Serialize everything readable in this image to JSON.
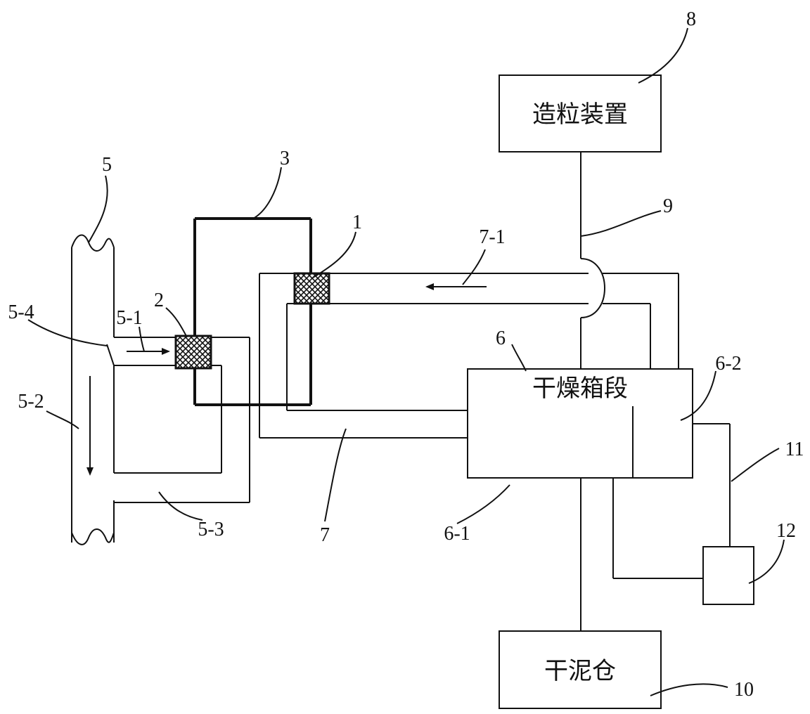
{
  "labels": {
    "l1": "1",
    "l2": "2",
    "l3": "3",
    "l5": "5",
    "l5_1": "5-1",
    "l5_2": "5-2",
    "l5_3": "5-3",
    "l5_4": "5-4",
    "l6": "6",
    "l6_1": "6-1",
    "l6_2": "6-2",
    "l7": "7",
    "l7_1": "7-1",
    "l8": "8",
    "l9": "9",
    "l10": "10",
    "l11": "11",
    "l12": "12"
  },
  "boxes": {
    "granulation_device": "造粒装置",
    "drying_box_section": "干燥箱段",
    "dry_sludge_silo": "干泥仓"
  }
}
